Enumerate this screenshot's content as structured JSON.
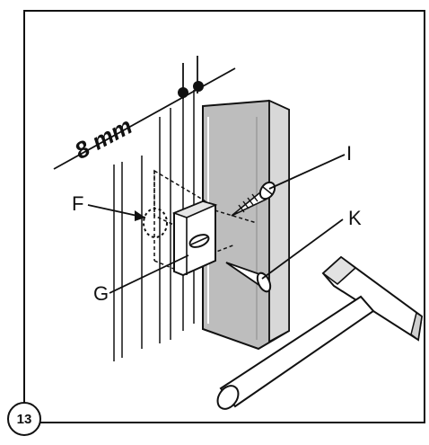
{
  "figure": {
    "step_number": "13",
    "dimension_label": "8 mm",
    "callouts": {
      "F": "F",
      "G": "G",
      "I": "I",
      "K": "K"
    }
  },
  "icons": [
    "screw-icon",
    "nail-icon",
    "hammer-icon",
    "mounting-bracket-icon"
  ]
}
